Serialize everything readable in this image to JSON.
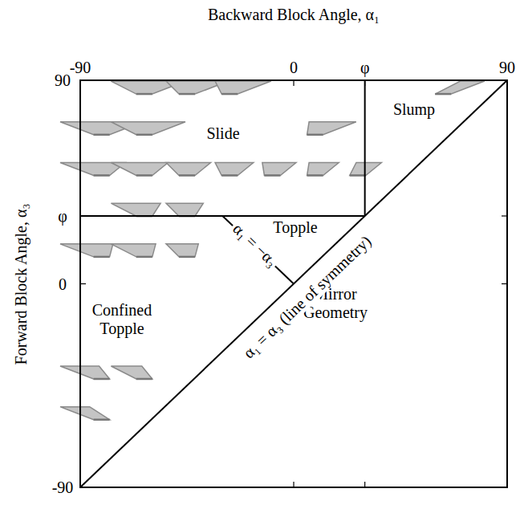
{
  "diagram": {
    "labels": [
      "Backward Block Angle, α₁",
      "-90",
      "0",
      "φ",
      "90",
      "Forward Block Angle, α₃",
      "90",
      "φ",
      "0",
      "-90",
      "Slide",
      "Slump",
      "Topple",
      "Confined Topple",
      "Mirror Geometry",
      "α₁ = −α₃",
      "α₁ = α₃ (line of symmetry)"
    ]
  }
}
